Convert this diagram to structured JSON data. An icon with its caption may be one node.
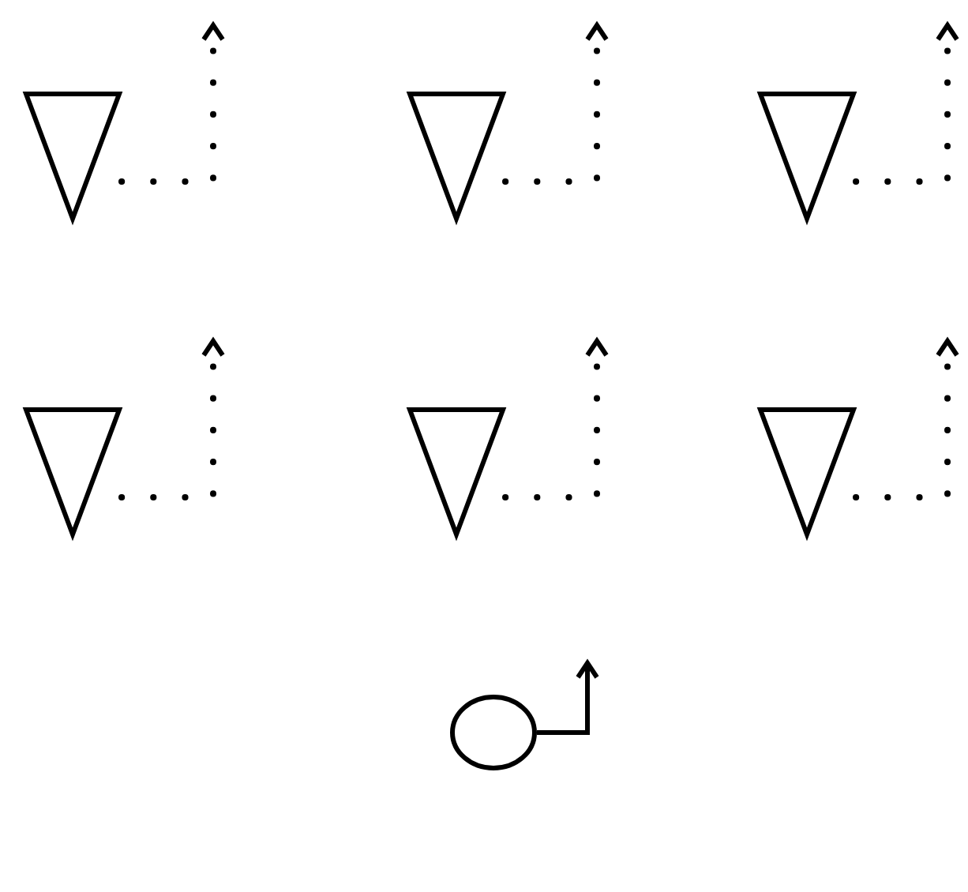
{
  "diagram": {
    "nodes": [
      {
        "text": [],
        "shape": "triangle"
      },
      {
        "text": [],
        "shape": "triangle"
      },
      {
        "text": [],
        "shape": "triangle"
      },
      {
        "text": [],
        "shape": "triangle"
      },
      {
        "text": [],
        "shape": "triangle"
      },
      {
        "text": [],
        "shape": "triangle"
      },
      {
        "text": [],
        "shape": "ellipse"
      }
    ],
    "edges": [
      {
        "from": 0,
        "to": null,
        "arrow": "to",
        "style": "dashed"
      },
      {
        "from": 1,
        "to": null,
        "arrow": "to",
        "style": "dashed"
      },
      {
        "from": 2,
        "to": null,
        "arrow": "to",
        "style": "dashed"
      },
      {
        "from": 3,
        "to": null,
        "arrow": "to",
        "style": "dashed"
      },
      {
        "from": 4,
        "to": null,
        "arrow": "to",
        "style": "dashed"
      },
      {
        "from": 5,
        "to": null,
        "arrow": "to",
        "style": "dashed"
      },
      {
        "from": 6,
        "to": null,
        "arrow": "to"
      }
    ]
  }
}
